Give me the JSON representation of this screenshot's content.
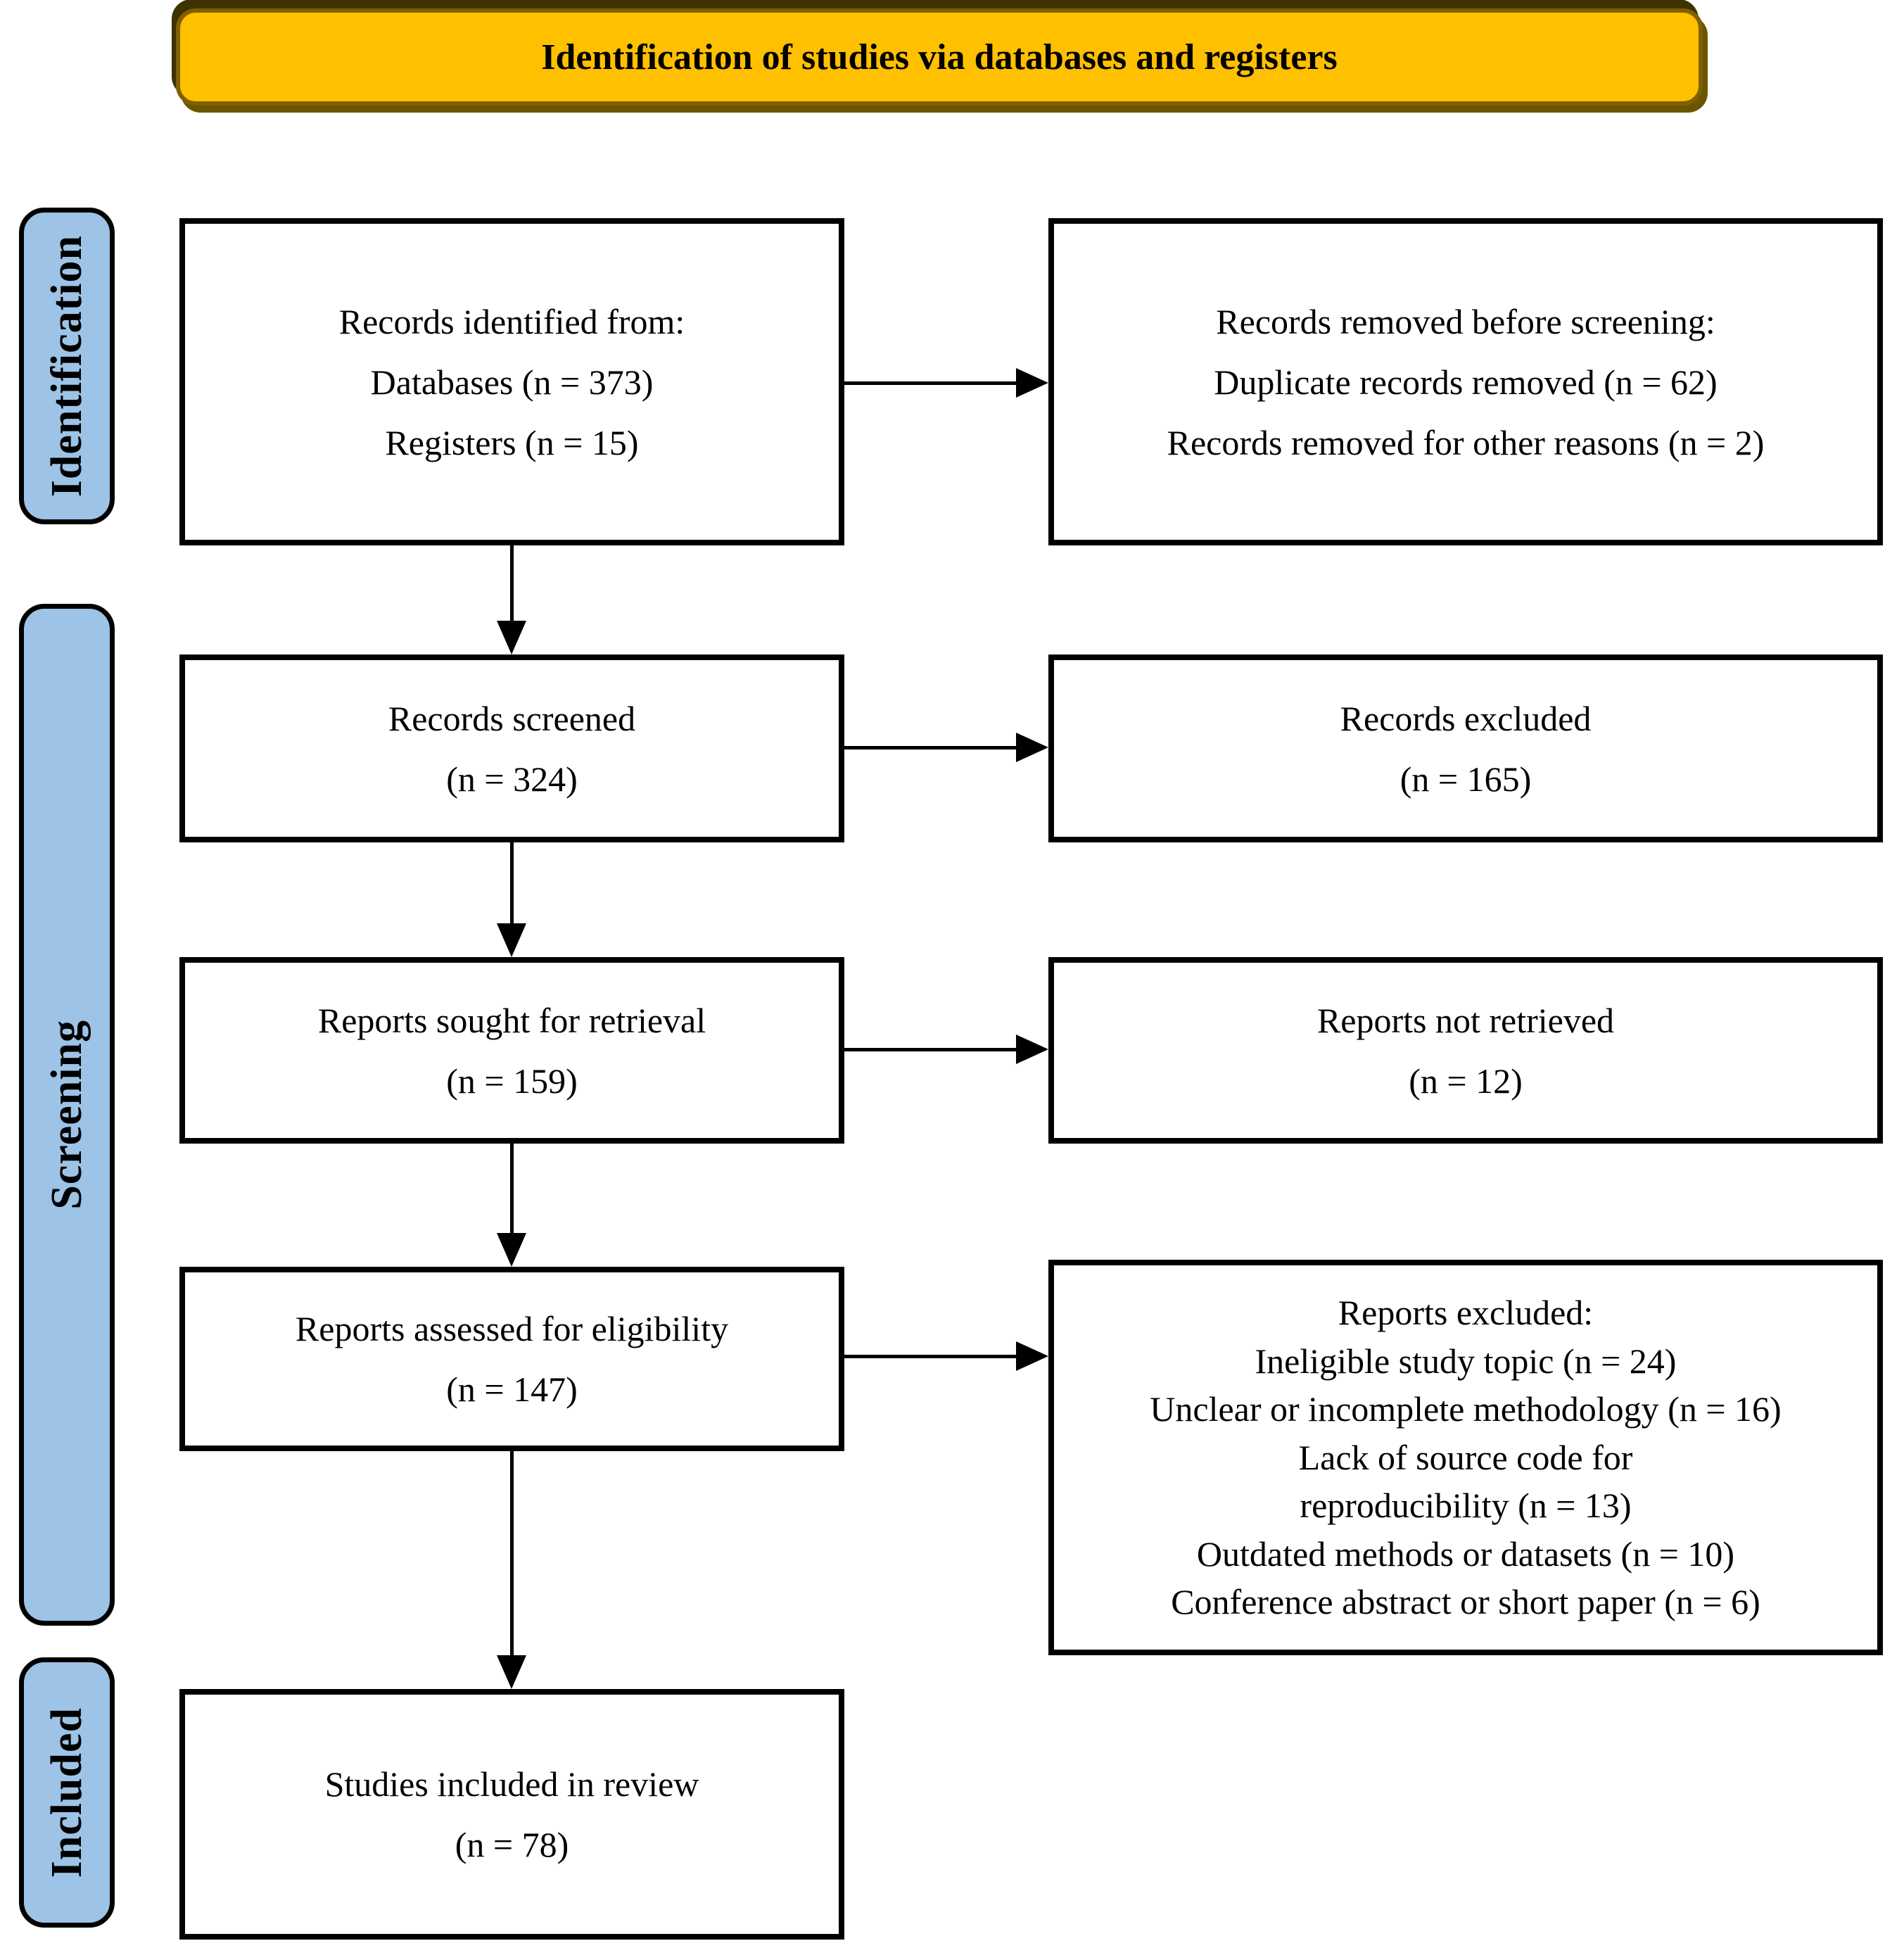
{
  "colors": {
    "banner_fill": "#FFC000",
    "banner_border": "#7F6000",
    "stage_fill": "#9DC3E6",
    "box_border": "#000000",
    "text": "#000000"
  },
  "banner": {
    "title": "Identification of studies via databases and registers"
  },
  "sidebar": {
    "stages": [
      {
        "label": "Identification"
      },
      {
        "label": "Screening"
      },
      {
        "label": "Included"
      }
    ]
  },
  "flow": {
    "left_boxes": [
      {
        "id": "records-identified",
        "lines": [
          "Records identified from:",
          "Databases (n = 373)",
          "Registers (n = 15)"
        ]
      },
      {
        "id": "records-screened",
        "lines": [
          "Records screened",
          "(n = 324)"
        ]
      },
      {
        "id": "reports-sought",
        "lines": [
          "Reports sought for retrieval",
          "(n = 159)"
        ]
      },
      {
        "id": "reports-assessed",
        "lines": [
          "Reports assessed for eligibility",
          "(n = 147)"
        ]
      },
      {
        "id": "studies-included",
        "lines": [
          "Studies included in review",
          "(n = 78)"
        ]
      }
    ],
    "right_boxes": [
      {
        "id": "records-removed",
        "lines": [
          "Records removed before screening:",
          "Duplicate records removed  (n = 62)",
          "Records removed for other reasons (n = 2)"
        ]
      },
      {
        "id": "records-excluded",
        "lines": [
          "Records excluded",
          "(n = 165)"
        ]
      },
      {
        "id": "reports-not-retrieved",
        "lines": [
          "Reports not retrieved",
          "(n = 12)"
        ]
      },
      {
        "id": "reports-excluded",
        "lines": [
          "Reports excluded:",
          "Ineligible study topic (n = 24)",
          "Unclear or incomplete methodology (n = 16)",
          "Lack of source code for",
          "reproducibility (n = 13)",
          "Outdated methods or datasets (n = 10)",
          "Conference abstract or short paper (n = 6)"
        ]
      }
    ]
  }
}
